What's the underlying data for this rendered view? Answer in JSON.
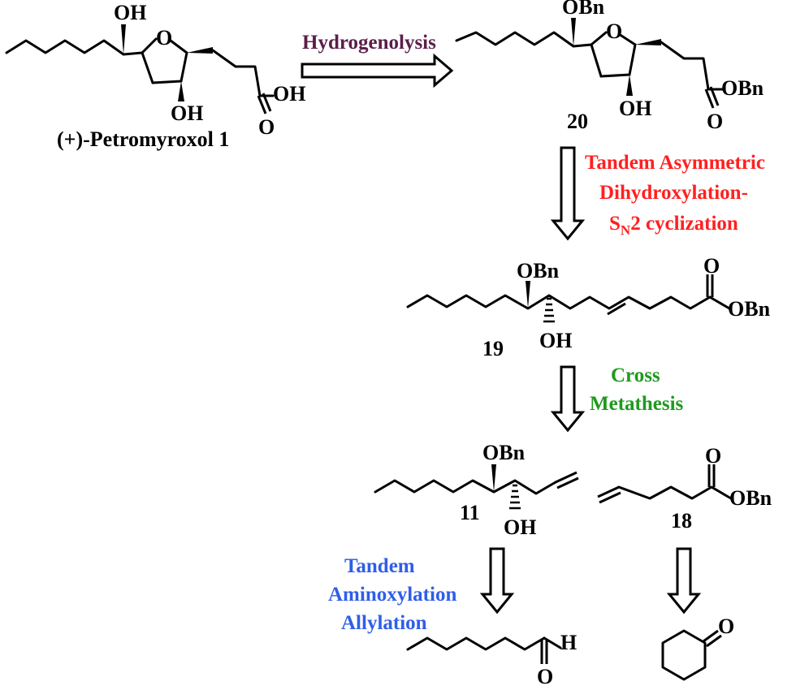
{
  "colors": {
    "hydrogenolysis": "#5b1e4a",
    "tandem_ad": "#ff2020",
    "cross_metathesis": "#1e9a1e",
    "tandem_aminoxylation": "#2f5ee8",
    "bonds": "#000000",
    "heptanal_chain": "#2a2a60"
  },
  "compounds": {
    "petromyroxol": {
      "label": "(+)-Petromyroxol 1"
    },
    "c20": {
      "label": "20"
    },
    "c19": {
      "label": "19"
    },
    "c11": {
      "label": "11"
    },
    "c18": {
      "label": "18"
    }
  },
  "atoms": {
    "oh": "OH",
    "obn": "OBn",
    "o": "O",
    "h": "H"
  },
  "steps": {
    "hydrogenolysis": "Hydrogenolysis",
    "tandem_ad": [
      "Tandem Asymmetric",
      "Dihydroxylation-",
      "2 cyclization"
    ],
    "sn_s": "S",
    "sn_n": "N",
    "cross_metathesis": [
      "Cross",
      "Metathesis"
    ],
    "tandem_aminoxylation": [
      "Tandem",
      "Aminoxylation",
      "Allylation"
    ]
  }
}
